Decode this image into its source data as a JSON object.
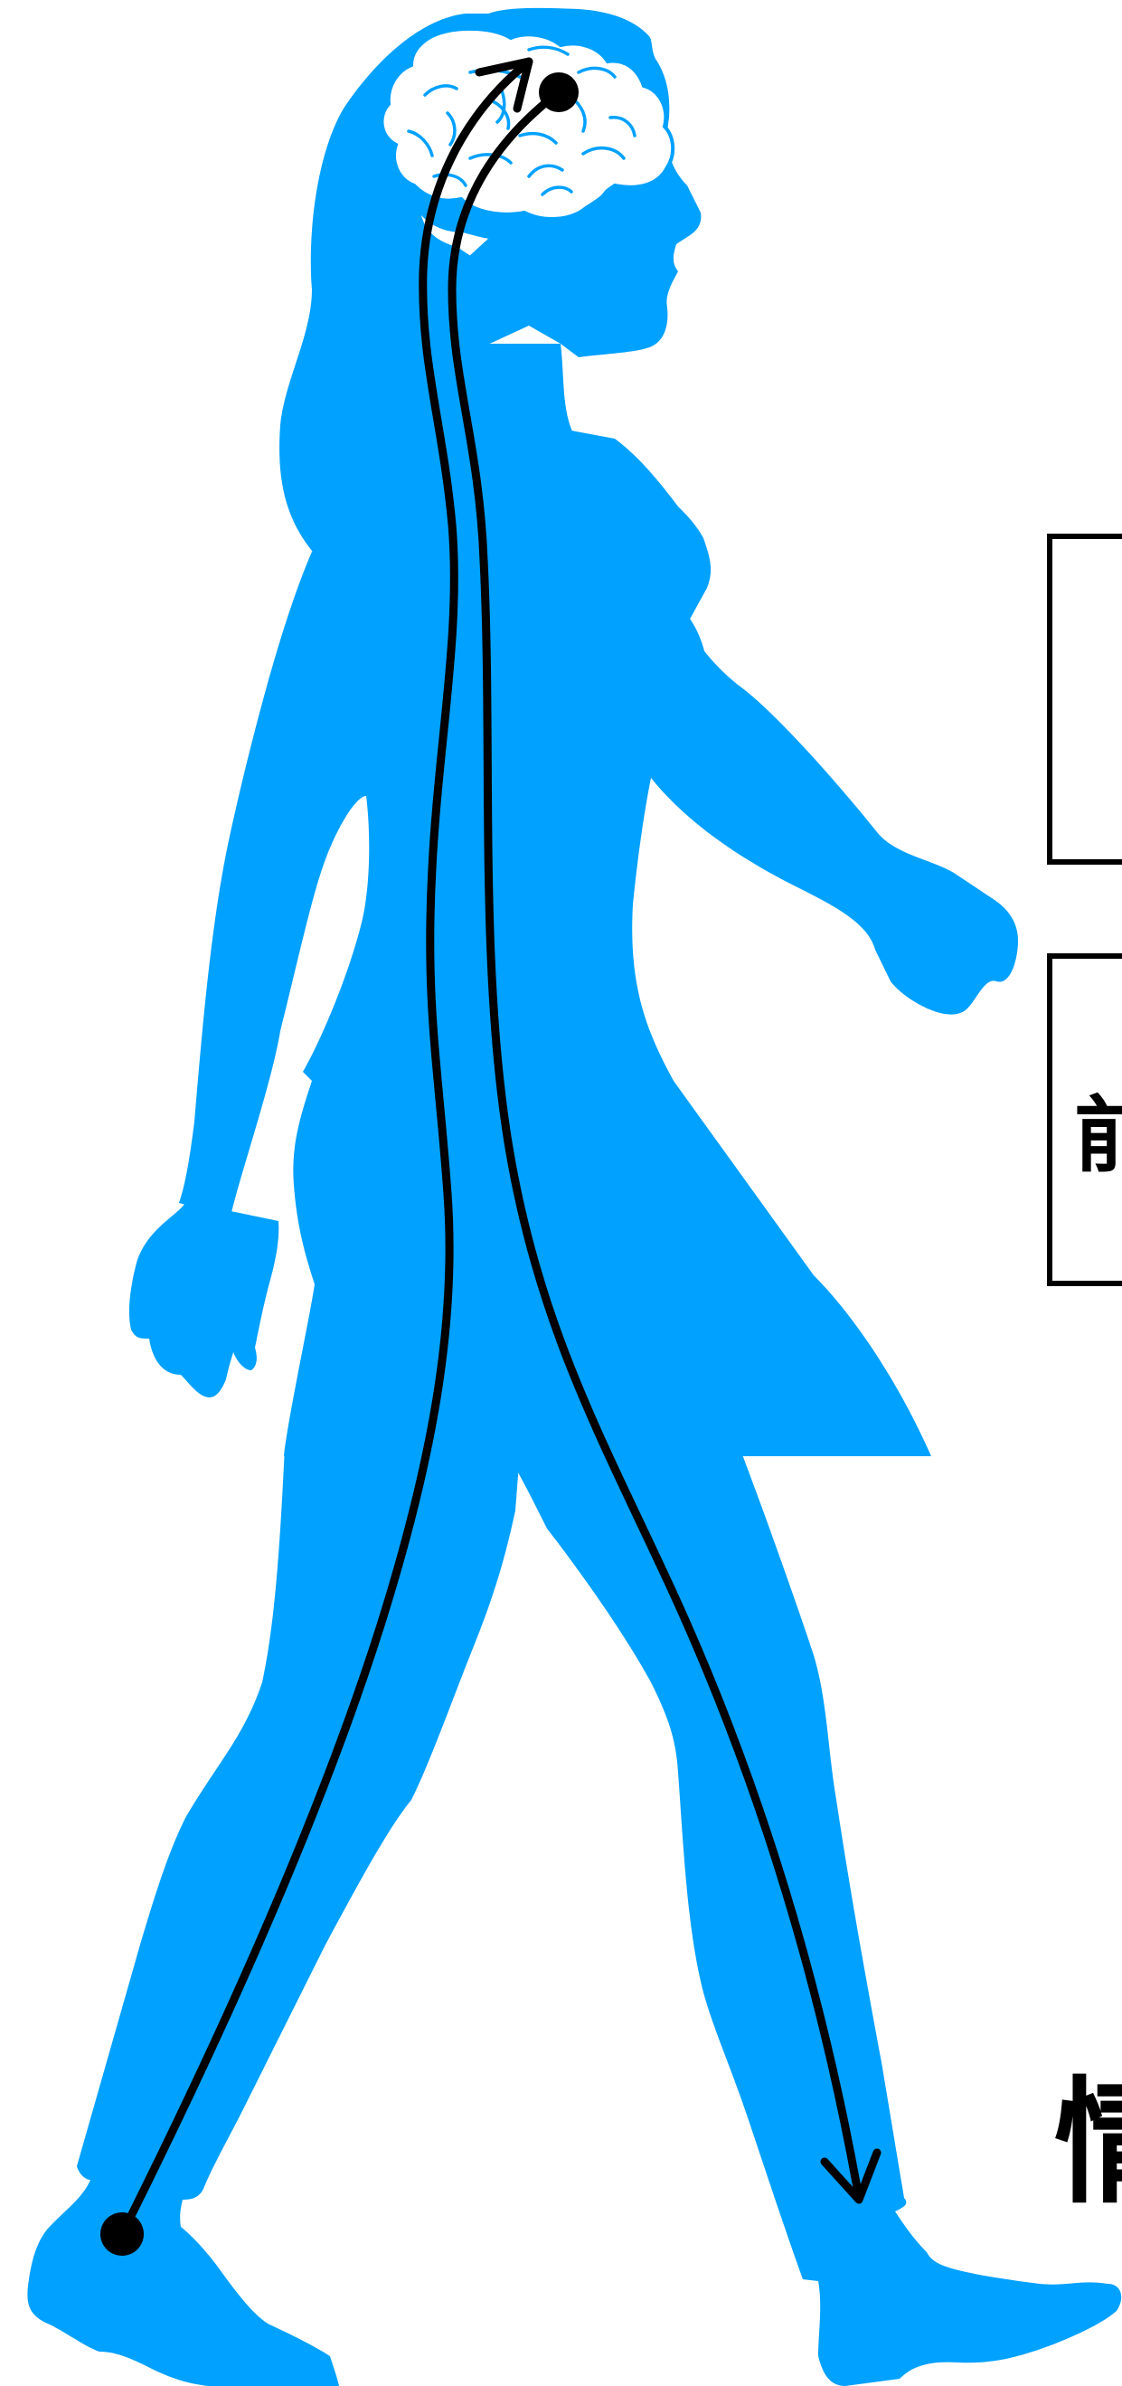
{
  "colors": {
    "body": "#00a1ff",
    "brain": "#ffffff",
    "brain_folds": "#00a1ff",
    "signal_path": "#000000"
  },
  "icons": {
    "figure": "walking-woman-silhouette",
    "brain": "brain-icon",
    "ascending_path": "sensory-pathway-arrow",
    "descending_path": "motor-pathway-arrow"
  },
  "labels": {
    "box_top": "",
    "box_middle": "前",
    "bottom": "情"
  }
}
